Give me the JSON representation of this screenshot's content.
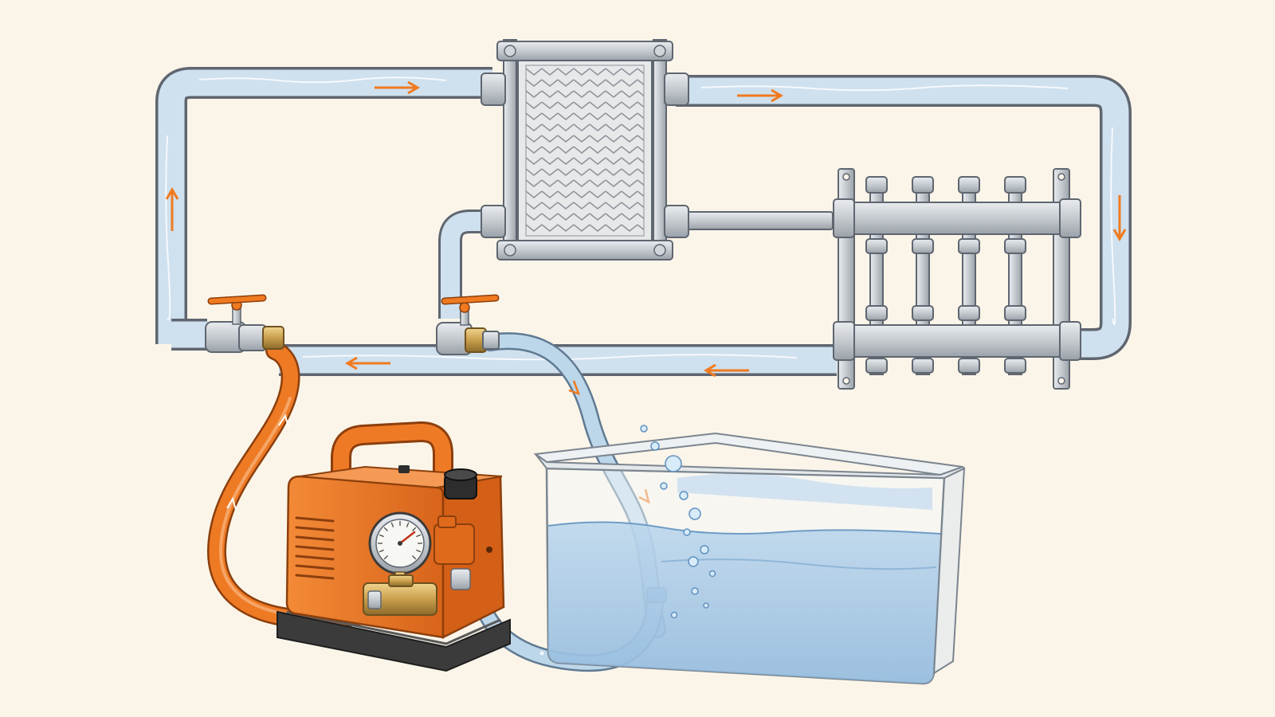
{
  "colors": {
    "background": "#fbf5e9",
    "pipe_fill": "#cfe0ee",
    "pipe_outline": "#5f6670",
    "flow_arrow": "#f07a1f",
    "pump_body": "#f07a22",
    "pump_base": "#3b3b3b",
    "metal": "#c9cdd2",
    "brass": "#c9a55a",
    "hose_orange": "#ee7a24",
    "hose_clear": "#bcd6ea",
    "water": "#9fc4e4"
  },
  "components": [
    {
      "id": "heat-exchanger",
      "icon": "plate-heat-exchanger-icon"
    },
    {
      "id": "manifold",
      "icon": "underfloor-manifold-icon",
      "loops": 4
    },
    {
      "id": "valve-left",
      "icon": "ball-valve-icon"
    },
    {
      "id": "valve-right",
      "icon": "ball-valve-icon"
    },
    {
      "id": "pump",
      "icon": "flush-pump-icon"
    },
    {
      "id": "pressure-gauge",
      "icon": "gauge-icon"
    },
    {
      "id": "reservoir",
      "icon": "water-tank-icon"
    }
  ]
}
